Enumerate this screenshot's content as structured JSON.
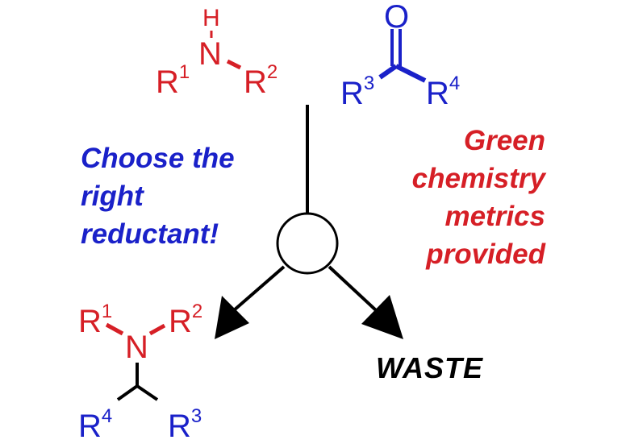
{
  "amine": {
    "h": "H",
    "n": "N",
    "r1": "R",
    "r1_sup": "1",
    "r2": "R",
    "r2_sup": "2"
  },
  "ketone": {
    "o": "O",
    "r3": "R",
    "r3_sup": "3",
    "r4": "R",
    "r4_sup": "4"
  },
  "left_note": {
    "line1": "Choose the",
    "line2": "right",
    "line3": "reductant!"
  },
  "right_note": {
    "line1": "Green",
    "line2": "chemistry",
    "line3": "metrics",
    "line4": "provided"
  },
  "product": {
    "r1": "R",
    "r1_sup": "1",
    "r2": "R",
    "r2_sup": "2",
    "n": "N",
    "r4": "R",
    "r4_sup": "4",
    "r3": "R",
    "r3_sup": "3"
  },
  "waste_label": "WASTE",
  "colors": {
    "amine": "#d61f26",
    "ketone": "#1a21c9",
    "green_chem_note": "#d61f26",
    "reductant_note": "#1a21c9",
    "arrows": "#000000"
  }
}
